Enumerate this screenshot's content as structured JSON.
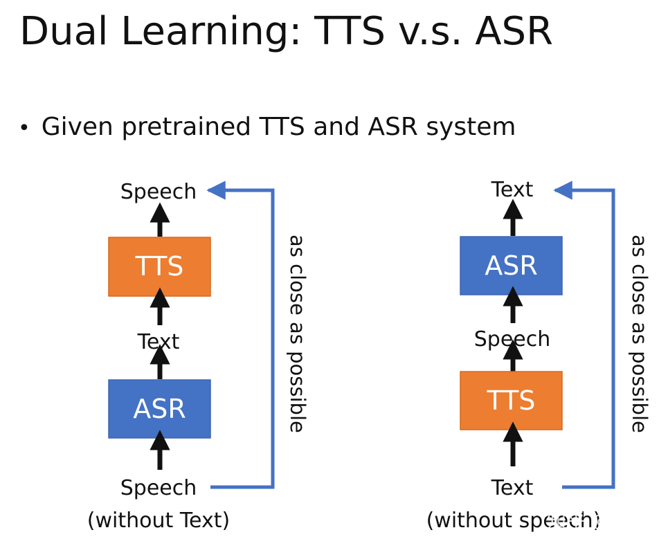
{
  "slide": {
    "title": "Dual Learning: TTS v.s. ASR",
    "bullet": "Given pretrained TTS and ASR system"
  },
  "diagram": {
    "left": {
      "top_label": "Speech",
      "top_box": "TTS",
      "middle_label": "Text",
      "bottom_box": "ASR",
      "bottom_label": "Speech",
      "bottom_note": "(without Text)",
      "side_label": "as close as possible"
    },
    "right": {
      "top_label": "Text",
      "top_box": "ASR",
      "middle_label": "Speech",
      "bottom_box": "TTS",
      "bottom_label": "Text",
      "bottom_note": "(without speech)",
      "side_label": "as close as possible"
    }
  },
  "watermark": {
    "text": "知乎 @陈久"
  },
  "colors": {
    "tts_box": "#ED7D31",
    "asr_box": "#4472C4",
    "connector": "#4472C4",
    "arrow": "#111111",
    "text": "#111111"
  }
}
